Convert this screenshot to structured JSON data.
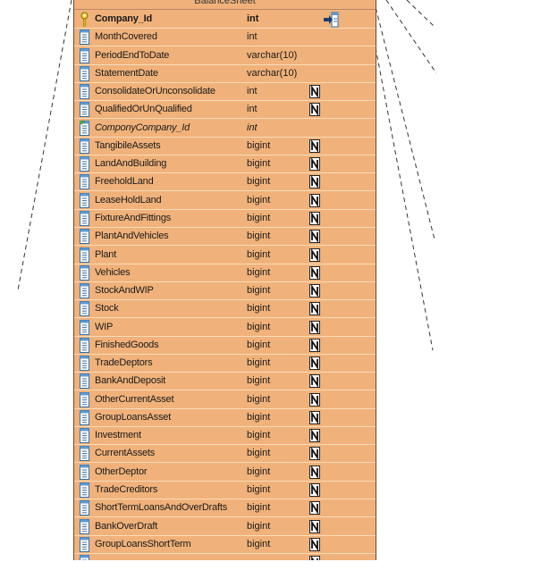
{
  "table": {
    "title": "BalanceSheet",
    "columns": [
      {
        "name": "Company_Id",
        "type": "int",
        "icon": "primary-key-icon",
        "nullable": false,
        "style": "bold",
        "fk_marker": true
      },
      {
        "name": "MonthCovered",
        "type": "int",
        "icon": "column-icon",
        "nullable": false,
        "style": "normal"
      },
      {
        "name": "PeriodEndToDate",
        "type": "varchar(10)",
        "icon": "column-icon",
        "nullable": false,
        "style": "normal"
      },
      {
        "name": "StatementDate",
        "type": "varchar(10)",
        "icon": "column-icon",
        "nullable": false,
        "style": "normal"
      },
      {
        "name": "ConsolidateOrUnconsolidate",
        "type": "int",
        "icon": "column-icon",
        "nullable": true,
        "style": "normal"
      },
      {
        "name": "QualifiedOrUnQualified",
        "type": "int",
        "icon": "column-icon",
        "nullable": true,
        "style": "normal"
      },
      {
        "name": "ComponyCompany_Id",
        "type": "int",
        "icon": "foreign-key-icon",
        "nullable": false,
        "style": "italic"
      },
      {
        "name": "TangibileAssets",
        "type": "bigint",
        "icon": "column-icon",
        "nullable": true,
        "style": "normal"
      },
      {
        "name": "LandAndBuilding",
        "type": "bigint",
        "icon": "column-icon",
        "nullable": true,
        "style": "normal"
      },
      {
        "name": "FreeholdLand",
        "type": "bigint",
        "icon": "column-icon",
        "nullable": true,
        "style": "normal"
      },
      {
        "name": "LeaseHoldLand",
        "type": "bigint",
        "icon": "column-icon",
        "nullable": true,
        "style": "normal"
      },
      {
        "name": "FixtureAndFittings",
        "type": "bigint",
        "icon": "column-icon",
        "nullable": true,
        "style": "normal"
      },
      {
        "name": "PlantAndVehicles",
        "type": "bigint",
        "icon": "column-icon",
        "nullable": true,
        "style": "normal"
      },
      {
        "name": "Plant",
        "type": "bigint",
        "icon": "column-icon",
        "nullable": true,
        "style": "normal"
      },
      {
        "name": "Vehicles",
        "type": "bigint",
        "icon": "column-icon",
        "nullable": true,
        "style": "normal"
      },
      {
        "name": "StockAndWIP",
        "type": "bigint",
        "icon": "column-icon",
        "nullable": true,
        "style": "normal"
      },
      {
        "name": "Stock",
        "type": "bigint",
        "icon": "column-icon",
        "nullable": true,
        "style": "normal"
      },
      {
        "name": "WIP",
        "type": "bigint",
        "icon": "column-icon",
        "nullable": true,
        "style": "normal"
      },
      {
        "name": "FinishedGoods",
        "type": "bigint",
        "icon": "column-icon",
        "nullable": true,
        "style": "normal"
      },
      {
        "name": "TradeDeptors",
        "type": "bigint",
        "icon": "column-icon",
        "nullable": true,
        "style": "normal"
      },
      {
        "name": "BankAndDeposit",
        "type": "bigint",
        "icon": "column-icon",
        "nullable": true,
        "style": "normal"
      },
      {
        "name": "OtherCurrentAsset",
        "type": "bigint",
        "icon": "column-icon",
        "nullable": true,
        "style": "normal"
      },
      {
        "name": "GroupLoansAsset",
        "type": "bigint",
        "icon": "column-icon",
        "nullable": true,
        "style": "normal"
      },
      {
        "name": "Investment",
        "type": "bigint",
        "icon": "column-icon",
        "nullable": true,
        "style": "normal"
      },
      {
        "name": "CurrentAssets",
        "type": "bigint",
        "icon": "column-icon",
        "nullable": true,
        "style": "normal"
      },
      {
        "name": "OtherDeptor",
        "type": "bigint",
        "icon": "column-icon",
        "nullable": true,
        "style": "normal"
      },
      {
        "name": "TradeCreditors",
        "type": "bigint",
        "icon": "column-icon",
        "nullable": true,
        "style": "normal"
      },
      {
        "name": "ShortTermLoansAndOverDrafts",
        "type": "bigint",
        "icon": "column-icon",
        "nullable": true,
        "style": "normal"
      },
      {
        "name": "BankOverDraft",
        "type": "bigint",
        "icon": "column-icon",
        "nullable": true,
        "style": "normal"
      },
      {
        "name": "GroupLoansShortTerm",
        "type": "bigint",
        "icon": "column-icon",
        "nullable": true,
        "style": "normal"
      },
      {
        "name": "",
        "type": "",
        "icon": "column-icon",
        "nullable": true,
        "style": "normal"
      }
    ]
  },
  "colors": {
    "entity_fill": "#f0b27a",
    "entity_border": "#6b4a2a",
    "connector": "#333333"
  }
}
